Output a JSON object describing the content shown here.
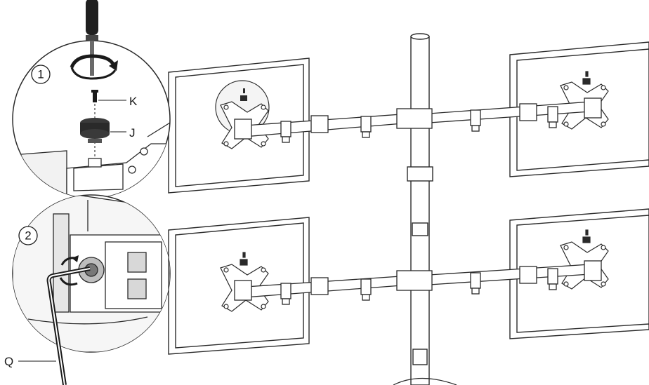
{
  "callouts": {
    "step1": {
      "number": "1",
      "parts": {
        "screw": "K",
        "knob": "J"
      }
    },
    "step2": {
      "number": "2"
    },
    "tool": "Q"
  }
}
